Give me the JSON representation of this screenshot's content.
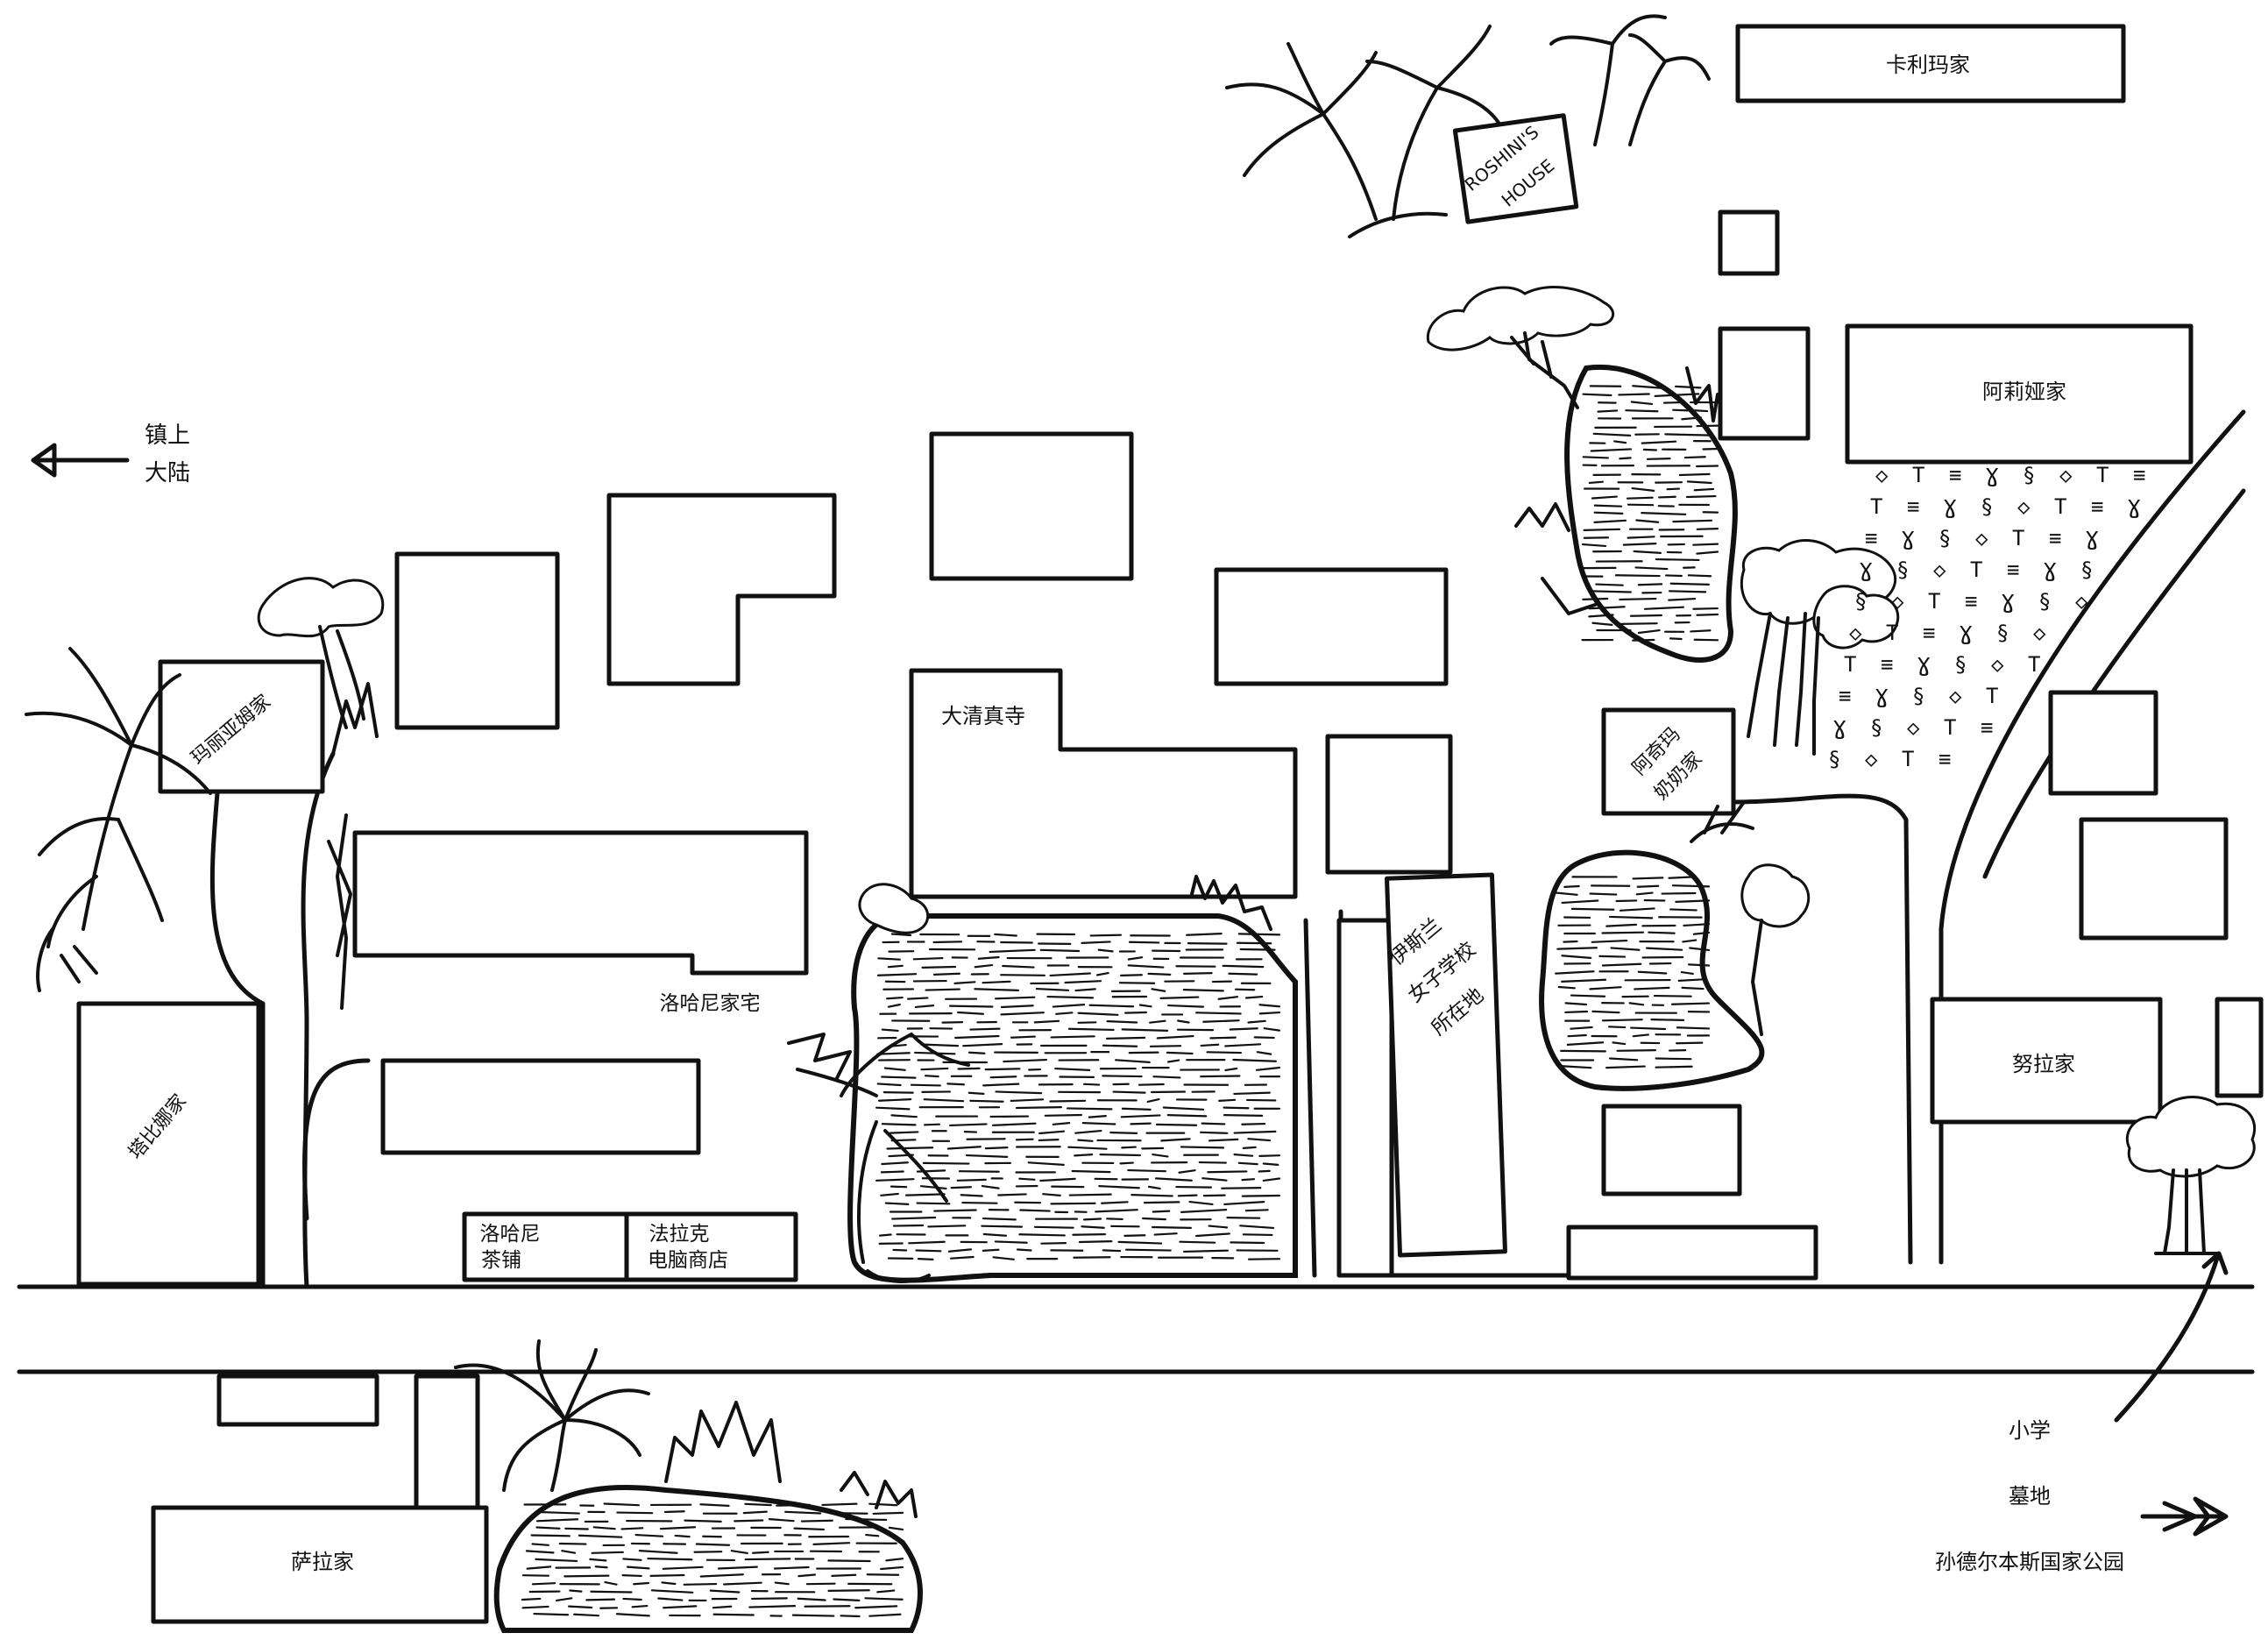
{
  "map": {
    "directions": {
      "west_line1": "镇上",
      "west_line2": "大陆",
      "south_line1": "小学",
      "south_line2": "墓地",
      "south_line3": "孙德尔本斯国家公园"
    },
    "places": {
      "karima_house": "卡利玛家",
      "roshini_house_line1": "ROSHINI'S",
      "roshini_house_line2": "HOUSE",
      "aliya_house": "阿莉娅家",
      "mariam_house": "玛丽亚姆家",
      "mosque": "大清真寺",
      "grandma_house_line1": "阿奇玛",
      "grandma_house_line2": "奶奶家",
      "lohani_residence": "洛哈尼家宅",
      "school_line1": "伊斯兰",
      "school_line2": "女子学校",
      "school_line3": "所在地",
      "tabina_house": "塔比娜家",
      "nura_house": "努拉家",
      "teashop_line1": "洛哈尼",
      "teashop_line2": "茶铺",
      "computer_line1": "法拉克",
      "computer_line2": "电脑商店",
      "sara_house": "萨拉家"
    },
    "icons": [
      "arrow-left-icon",
      "arrow-right-icon",
      "curved-arrow-icon",
      "palm-tree-icon",
      "tree-icon",
      "pond-icon",
      "crop-field-icon"
    ]
  }
}
